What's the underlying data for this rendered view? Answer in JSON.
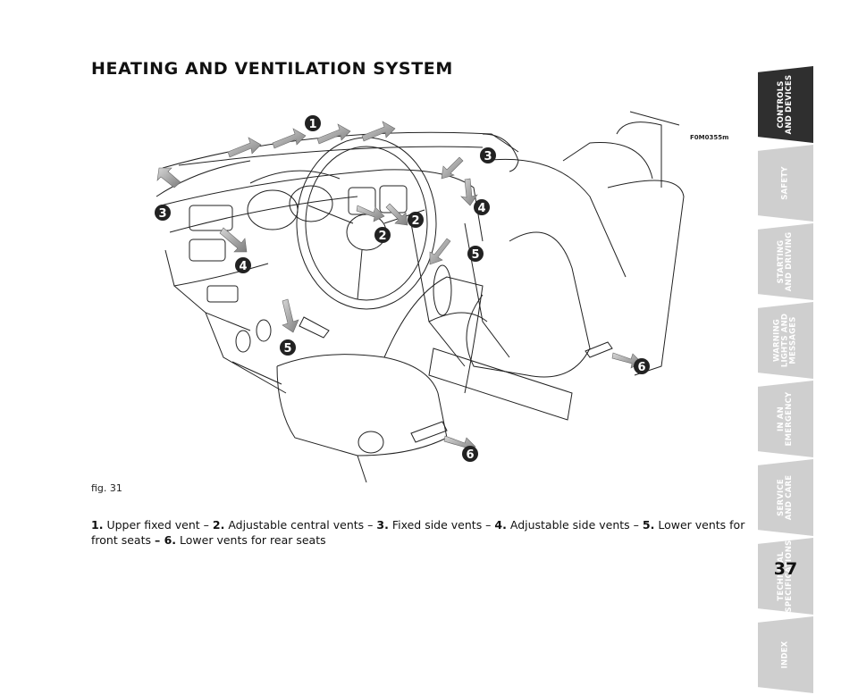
{
  "page": {
    "title": "HEATING AND VENTILATION SYSTEM",
    "figure_code": "F0M0355m",
    "figure_label": "fig. 31",
    "page_number": "37"
  },
  "caption": {
    "items": [
      {
        "num": "1.",
        "text": "Upper fixed vent –"
      },
      {
        "num": "2.",
        "text": "Adjustable central vents –"
      },
      {
        "num": "3.",
        "text": "Fixed side vents –"
      },
      {
        "num": "4.",
        "text": "Adjustable side vents –"
      },
      {
        "num": "5.",
        "text": "Lower vents for front seats"
      },
      {
        "num": "– 6.",
        "text": "Lower vents for rear seats"
      }
    ]
  },
  "figure": {
    "markers": [
      "1",
      "2",
      "2",
      "3",
      "3",
      "4",
      "4",
      "5",
      "5",
      "6",
      "6"
    ]
  },
  "tabs": [
    {
      "label": "CONTROLS\nAND DEVICES",
      "active": true
    },
    {
      "label": "SAFETY",
      "active": false
    },
    {
      "label": "STARTING\nAND DRIVING",
      "active": false
    },
    {
      "label": "WARNING\nLIGHTS AND\nMESSAGES",
      "active": false
    },
    {
      "label": "IN AN\nEMERGENCY",
      "active": false
    },
    {
      "label": "SERVICE\nAND CARE",
      "active": false
    },
    {
      "label": "TECHNICAL\nSPECIFICATIONS",
      "active": false
    },
    {
      "label": "INDEX",
      "active": false
    }
  ],
  "colors": {
    "active_tab": "#2f2f2f",
    "inactive_tab": "#cfcfcf",
    "marker": "#222222",
    "airflow_arrow": "#9a9a9a"
  }
}
